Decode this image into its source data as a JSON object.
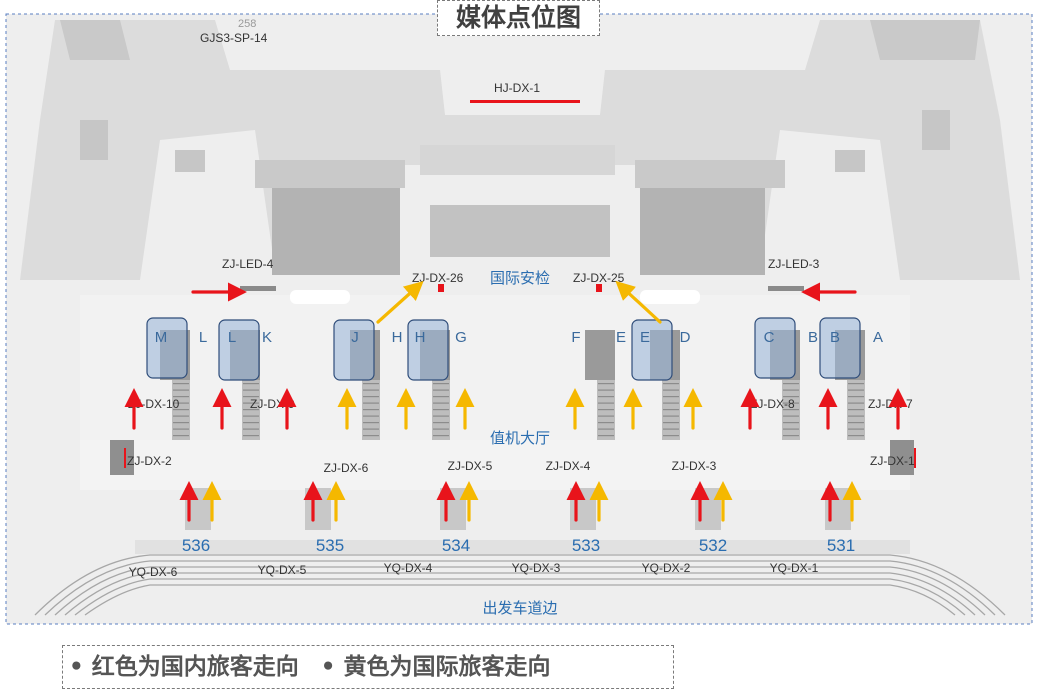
{
  "title": "媒体点位图",
  "legend": [
    "• 红色为国内旅客走向",
    "• 黄色为国际旅客走向"
  ],
  "colors": {
    "domestic_arrow": "#e8141b",
    "international_arrow": "#f5b800",
    "counter_highlight_fill": "#9db7d8",
    "counter_highlight_stroke": "#2f4d7a",
    "label_text": "#333333",
    "gate_number": "#2a6db0",
    "floor_plan": "#d3d3d3",
    "background": "#eeeeee",
    "frame_border": "#5a7fc2"
  },
  "media_points": {
    "top": [
      "GJS3-SP-14",
      "HJ-DX-1"
    ],
    "led": [
      "ZJ-LED-4",
      "ZJ-LED-3"
    ],
    "security": [
      "ZJ-DX-26",
      "ZJ-DX-25"
    ],
    "hall_sides": [
      "ZJ-DX-10",
      "ZJ-DX-9",
      "ZJ-DX-8",
      "ZJ-DX-7",
      "ZJ-DX-2",
      "ZJ-DX-1"
    ],
    "front": [
      "ZJ-DX-6",
      "ZJ-DX-5",
      "ZJ-DX-4",
      "ZJ-DX-3"
    ],
    "curbside": [
      "YQ-DX-6",
      "YQ-DX-5",
      "YQ-DX-4",
      "YQ-DX-3",
      "YQ-DX-2",
      "YQ-DX-1"
    ]
  },
  "areas": {
    "security_check": "国际安检",
    "checkin_hall": "值机大厅",
    "departure_curb": "出发车道边"
  },
  "counters": [
    "M",
    "L",
    "L",
    "K",
    "J",
    "H",
    "H",
    "G",
    "F",
    "E",
    "E",
    "D",
    "C",
    "B",
    "B",
    "A"
  ],
  "highlighted_counters": [
    "M",
    "L",
    "J",
    "H",
    "E",
    "C",
    "B"
  ],
  "gates": [
    "536",
    "535",
    "534",
    "533",
    "532",
    "531"
  ],
  "top_number": "258"
}
